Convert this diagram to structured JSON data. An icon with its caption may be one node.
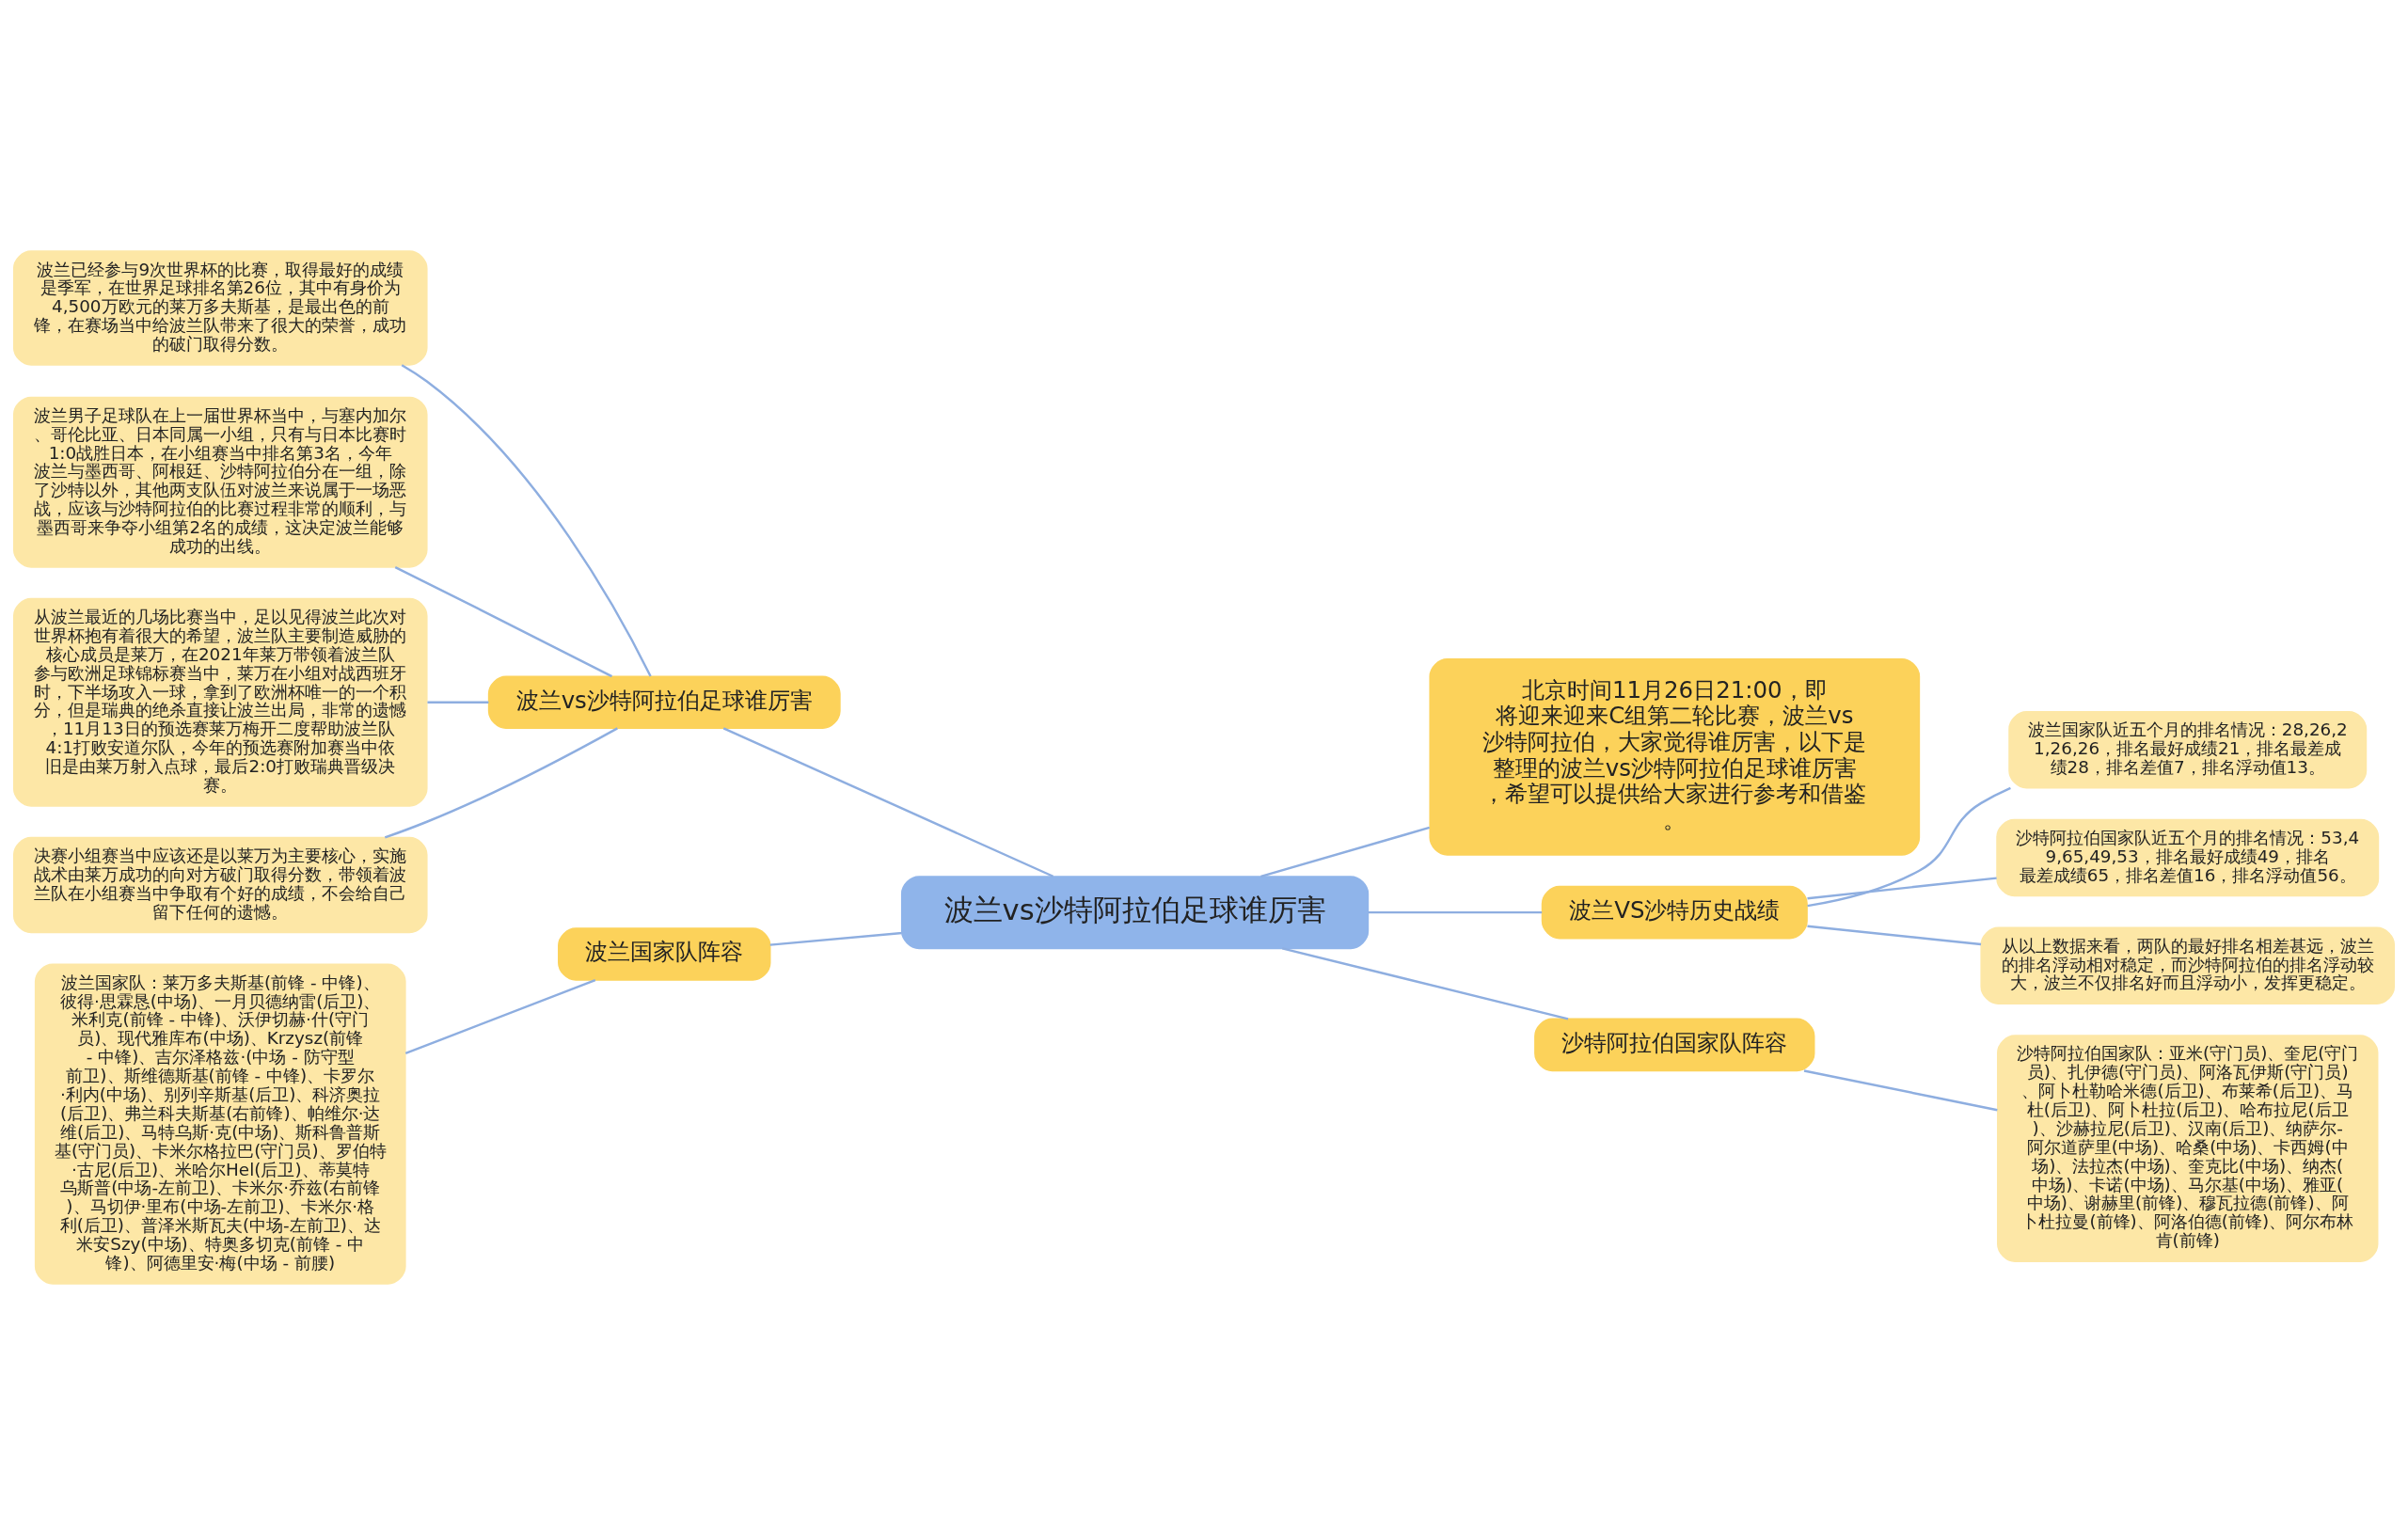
{
  "diagram": {
    "nodes": [
      {
        "text": [
          "波兰vs沙特阿拉伯足球谁厉害"
        ]
      },
      {
        "text": [
          "波兰vs沙特阿拉伯足球谁厉害"
        ]
      },
      {
        "text": [
          "波兰已经参与9次世界杯的比赛，取得最好的成绩是季军，在世界足球排名第26位，其中有身价为4,500万欧元的莱万多夫斯基，是最出色的前锋，在赛场当中给波兰队带来了很大的荣誉，成功的破门取得分数。"
        ]
      },
      {
        "text": [
          "波兰男子足球队在上一届世界杯当中，与塞内加尔、哥伦比亚、日本同属一小组，只有与日本比赛时1:0战胜日本，在小组赛当中排名第3名，今年波兰与墨西哥、阿根廷、沙特阿拉伯分在一组，除了沙特以外，其他两支队伍对波兰来说属于一场恶战，应该与沙特阿拉伯的比赛过程非常的顺利，与墨西哥来争夺小组第2名的成绩，这决定波兰能够成功的出线。"
        ]
      },
      {
        "text": [
          "从波兰最近的几场比赛当中，足以见得波兰此次对世界杯抱有着很大的希望，波兰队主要制造威胁的核心成员是莱万，在2021年莱万带领着波兰队参与欧洲足球锦标赛当中，莱万在小组对战西班牙时，下半场攻入一球，拿到了欧洲杯唯一的一个积分，但是瑞典的绝杀直接让波兰出局，非常的遗憾，11月13日的预选赛莱万梅开二度帮助波兰队4:1打败安道尔队，今年的预选赛附加赛当中依旧是由莱万射入点球，最后2:0打败瑞典晋级决赛。"
        ]
      },
      {
        "text": [
          "决赛小组赛当中应该还是以莱万为主要核心，实施战术由莱万成功的向对方破门取得分数，带领着波兰队在小组赛当中争取有个好的成绩，不会给自己留下任何的遗憾。"
        ]
      },
      {
        "text": [
          "波兰国家队阵容"
        ]
      },
      {
        "text": [
          "波兰国家队：莱万多夫斯基(前锋 - 中锋)、彼得·思霖恳(中场)、一月贝德纳雷(后卫)、米利克(前锋 - 中锋)、沃伊切赫·什(守门员)、现代雅库布(中场)、Krzysz(前锋 - 中锋)、吉尔泽格兹·(中场 - 防守型前卫)、斯维德斯基(前锋 - 中锋)、卡罗尔·利内(中场)、别列辛斯基(后卫)、科济奥拉(后卫)、弗兰科夫斯基(右前锋)、帕维尔·达维(后卫)、马特乌斯·克(中场)、斯科鲁普斯基(守门员)、卡米尔格拉巴(守门员)、罗伯特·古尼(后卫)、米哈尔Hel(后卫)、蒂莫特乌斯普(中场-左前卫)、卡米尔·乔兹(右前锋)、马切伊·里布(中场-左前卫)、卡米尔·格利(后卫)、普泽米斯瓦夫(中场-左前卫)、达米安Szy(中场)、特奥多切克(前锋 - 中锋)、阿德里安·梅(中场 - 前腰)"
        ]
      },
      {
        "text": [
          "北京时间11月26日21:00，即将迎来迎来C组第二轮比赛，波兰vs沙特阿拉伯，大家觉得谁厉害，以下是整理的波兰vs沙特阿拉伯足球谁厉害，希望可以提供给大家进行参考和借鉴。"
        ]
      },
      {
        "text": [
          "波兰VS沙特历史战绩"
        ]
      },
      {
        "text": [
          "波兰国家队近五个月的排名情况：28,26,21,26,26，排名最好成绩21，排名最差成绩28，排名差值7，排名浮动值13。"
        ]
      },
      {
        "text": [
          "沙特阿拉伯国家队近五个月的排名情况：53,49,65,49,53，排名最好成绩49，排名最差成绩65，排名差值16，排名浮动值56。"
        ]
      },
      {
        "text": [
          "从以上数据来看，两队的最好排名相差甚远，波兰的排名浮动相对稳定，而沙特阿拉伯的排名浮动较大，波兰不仅排名好而且浮动小，发挥更稳定。"
        ]
      },
      {
        "text": [
          "沙特阿拉伯国家队阵容"
        ]
      },
      {
        "text": [
          "沙特阿拉伯国家队：亚米(守门员)、奎尼(守门员)、扎伊德(守门员)、阿洛瓦伊斯(守门员)、阿卜杜勒哈米德(后卫)、布莱希(后卫)、马杜(后卫)、阿卜杜拉(后卫)、哈布拉尼(后卫)、沙赫拉尼(后卫)、汉南(后卫)、纳萨尔-阿尔道萨里(中场)、哈桑(中场)、卡西姆(中场)、法拉杰(中场)、奎克比(中场)、纳杰(中场)、卡诺(中场)、马尔基(中场)、雅亚(中场)、谢赫里(前锋)、穆瓦拉德(前锋)、阿卜杜拉曼(前锋)、阿洛伯德(前锋)、阿尔布林肯(前锋)"
        ]
      }
    ],
    "edges": [
      {
        "from": 0,
        "to": 1,
        "arrow": "none"
      },
      {
        "from": 1,
        "to": 2,
        "arrow": "none"
      },
      {
        "from": 1,
        "to": 3,
        "arrow": "none"
      },
      {
        "from": 1,
        "to": 4,
        "arrow": "none"
      },
      {
        "from": 1,
        "to": 5,
        "arrow": "none"
      },
      {
        "from": 0,
        "to": 6,
        "arrow": "none"
      },
      {
        "from": 6,
        "to": 7,
        "arrow": "none"
      },
      {
        "from": 0,
        "to": 8,
        "arrow": "none"
      },
      {
        "from": 0,
        "to": 9,
        "arrow": "none"
      },
      {
        "from": 9,
        "to": 10,
        "arrow": "none"
      },
      {
        "from": 9,
        "to": 11,
        "arrow": "none"
      },
      {
        "from": 9,
        "to": 12,
        "arrow": "none"
      },
      {
        "from": 0,
        "to": 13,
        "arrow": "none"
      },
      {
        "from": 13,
        "to": 14,
        "arrow": "none"
      }
    ]
  }
}
